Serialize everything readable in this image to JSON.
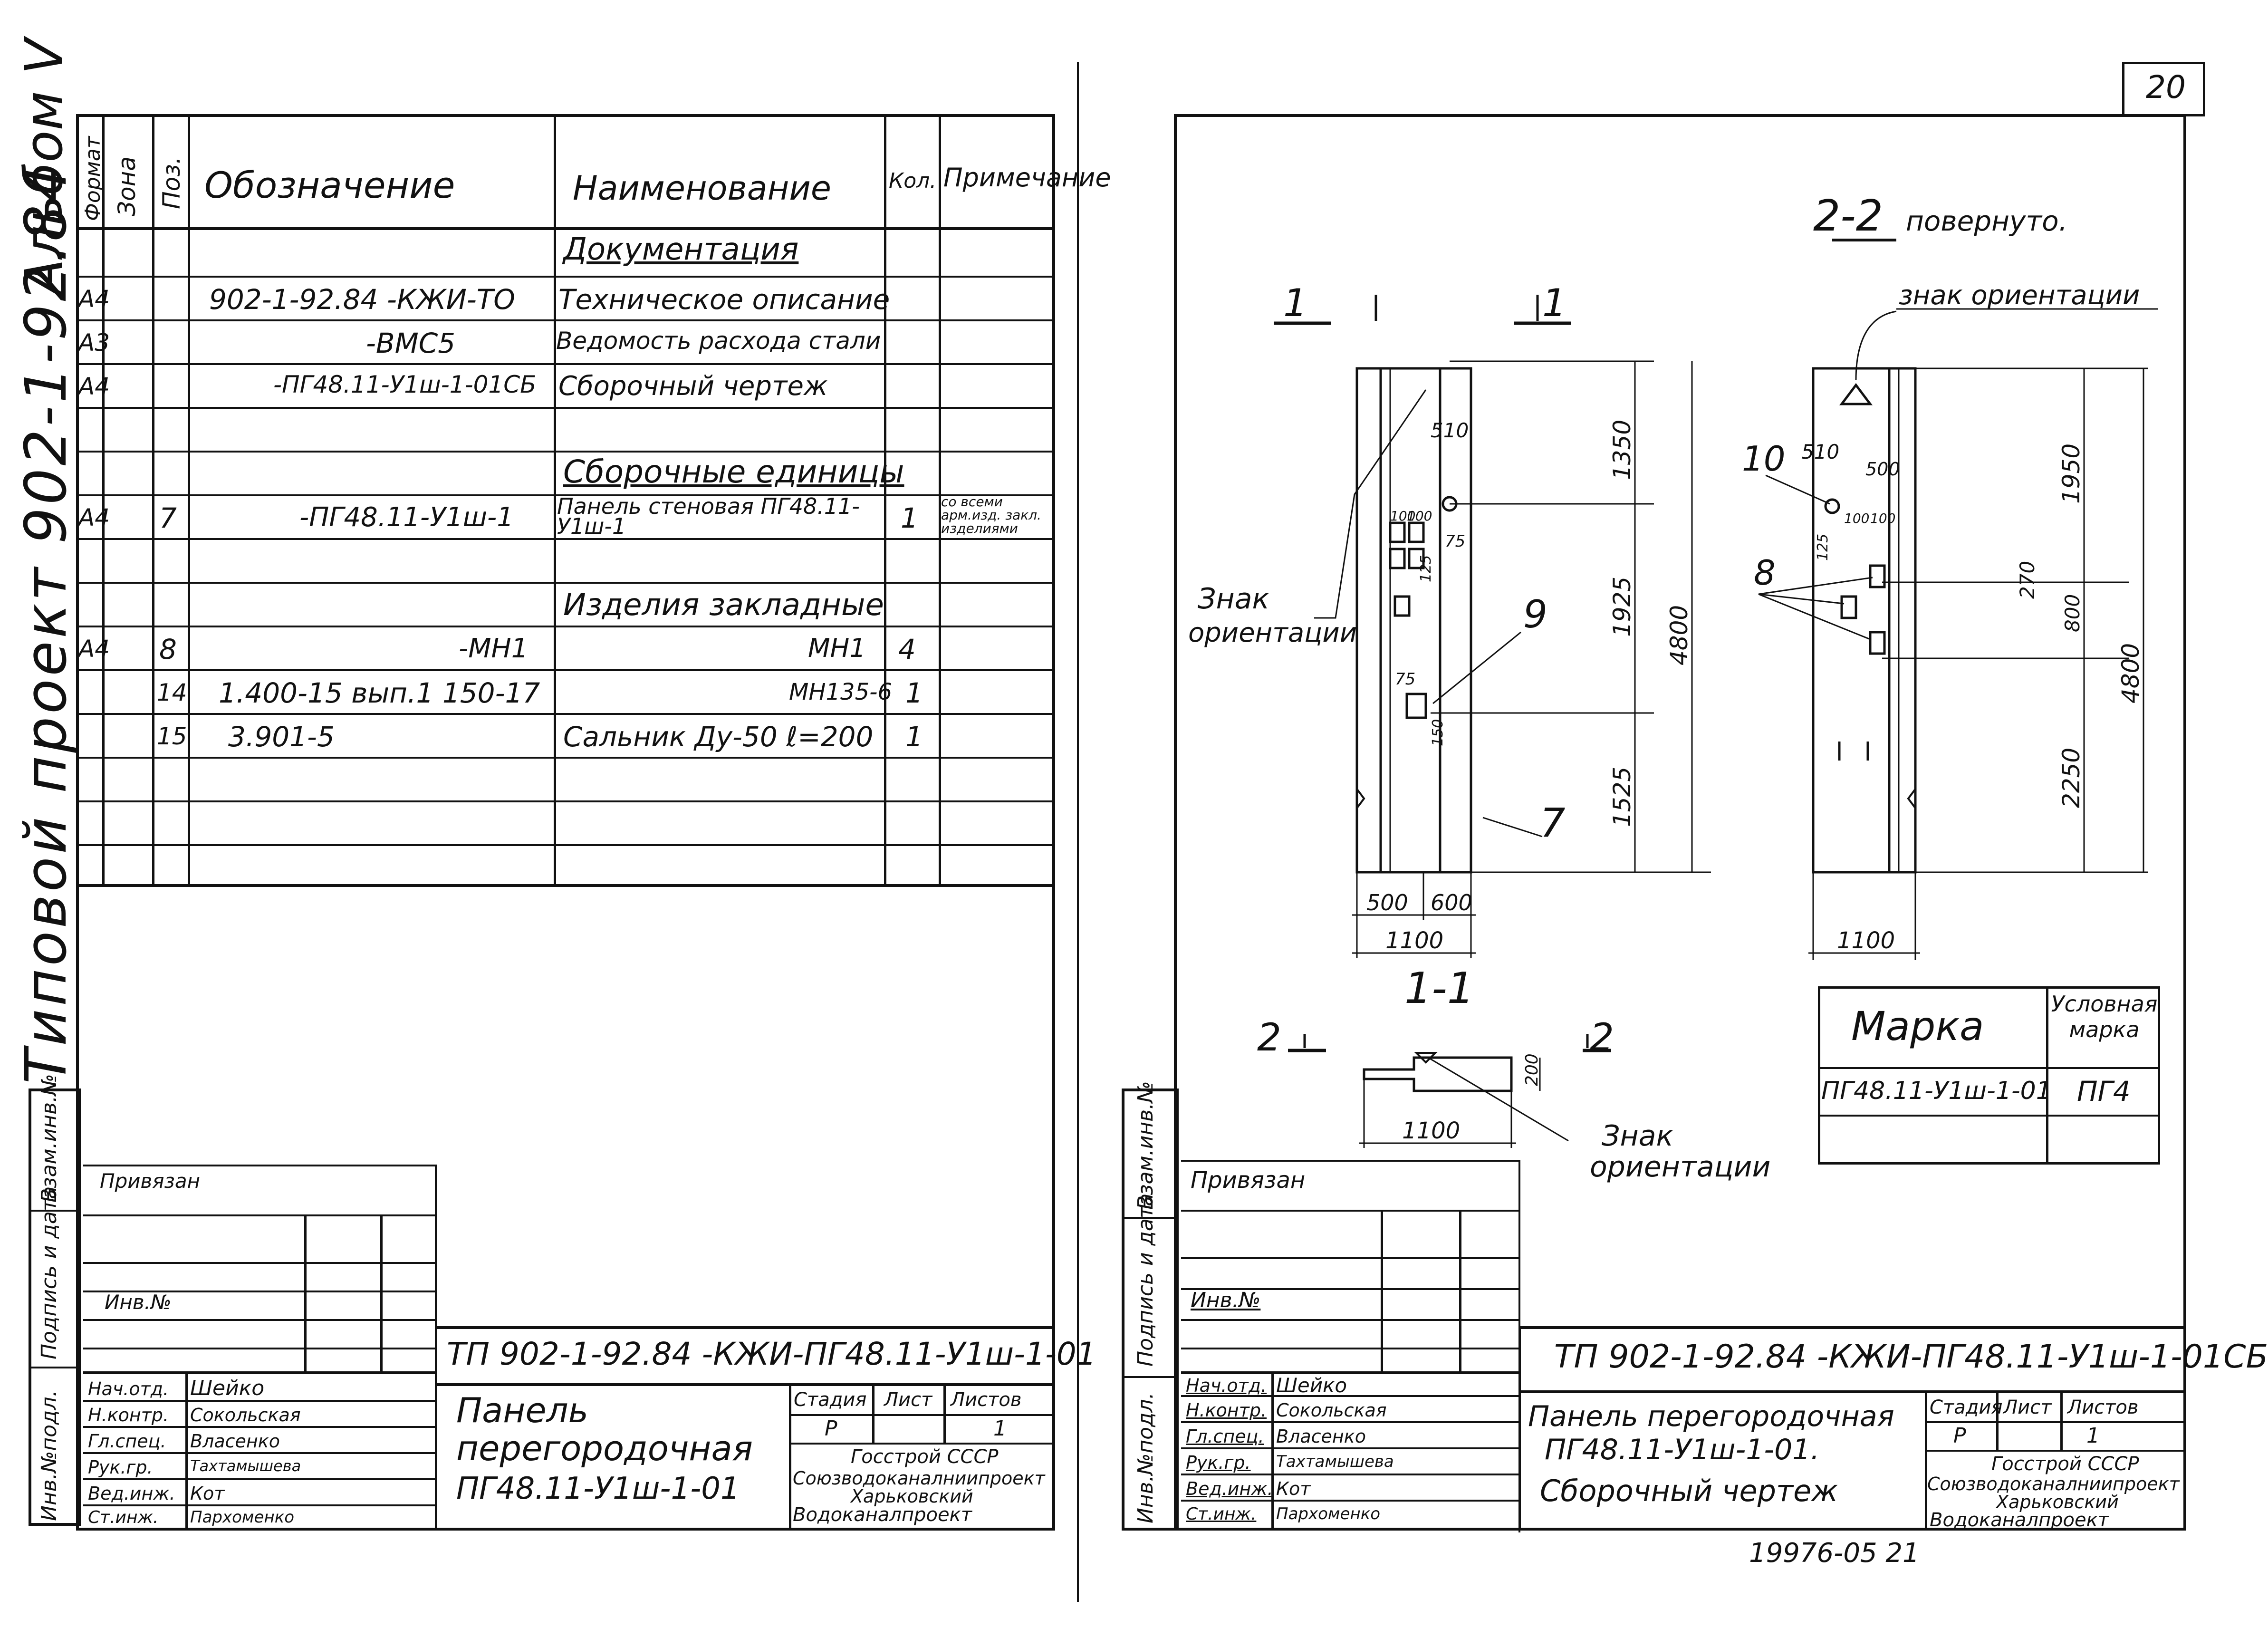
{
  "left_sheet": {
    "margin_album": "Альбом V",
    "margin_project": "Типовой проект 902-1-92.84",
    "margin_stamps": [
      "Взам.инв.№",
      "Подпись и дата",
      "Инв.№подл."
    ],
    "spec_headers": [
      "Формат",
      "Зона",
      "Поз.",
      "Обозначение",
      "Наименование",
      "Кол.",
      "Примечание"
    ],
    "spec_rows": [
      {
        "format": "",
        "zone": "",
        "pos": "",
        "designation": "",
        "name": "Документация",
        "qty": "",
        "note": "",
        "section": true
      },
      {
        "format": "А4",
        "zone": "",
        "pos": "",
        "designation": "902-1-92.84 -КЖИ-ТО",
        "name": "Техническое описание",
        "qty": "",
        "note": ""
      },
      {
        "format": "А3",
        "zone": "",
        "pos": "",
        "designation": "-ВМС5",
        "name": "Ведомость расхода стали",
        "qty": "",
        "note": ""
      },
      {
        "format": "А4",
        "zone": "",
        "pos": "",
        "designation": "-ПГ48.11-У1ш-1-01СБ",
        "name": "Сборочный чертеж",
        "qty": "",
        "note": ""
      },
      {
        "format": "",
        "zone": "",
        "pos": "",
        "designation": "",
        "name": "",
        "qty": "",
        "note": ""
      },
      {
        "format": "",
        "zone": "",
        "pos": "",
        "designation": "",
        "name": "Сборочные единицы",
        "qty": "",
        "note": "",
        "section": true
      },
      {
        "format": "А4",
        "zone": "",
        "pos": "7",
        "designation": "-ПГ48.11-У1ш-1",
        "name": "Панель стеновая ПГ48.11-У1ш-1",
        "qty": "1",
        "note": "со всеми арм.изд. закл. изделиями"
      },
      {
        "format": "",
        "zone": "",
        "pos": "",
        "designation": "",
        "name": "",
        "qty": "",
        "note": ""
      },
      {
        "format": "",
        "zone": "",
        "pos": "",
        "designation": "",
        "name": "Изделия закладные",
        "qty": "",
        "note": "",
        "section": true
      },
      {
        "format": "А4",
        "zone": "",
        "pos": "8",
        "designation": "-МН1",
        "name": "МН1",
        "qty": "4",
        "note": ""
      },
      {
        "format": "",
        "zone": "",
        "pos": "14",
        "designation": "1.400-15 вып.1 150-17",
        "name": "МН135-6",
        "qty": "1",
        "note": ""
      },
      {
        "format": "",
        "zone": "",
        "pos": "15",
        "designation": "3.901-5",
        "name": "Сальник Ду-50 ℓ=200",
        "qty": "1",
        "note": ""
      },
      {
        "format": "",
        "zone": "",
        "pos": "",
        "designation": "",
        "name": "",
        "qty": "",
        "note": ""
      },
      {
        "format": "",
        "zone": "",
        "pos": "",
        "designation": "",
        "name": "",
        "qty": "",
        "note": ""
      }
    ],
    "privyazan": "Привязан",
    "inv_no": "Инв.№",
    "code": "ТП 902-1-92.84 -КЖИ-ПГ48.11-У1ш-1-01",
    "title": "Панель перегородочная ПГ48.11-У1ш-1-01",
    "title_line1": "Панель",
    "title_line2": "перегородочная",
    "title_line3": "ПГ48.11-У1ш-1-01",
    "signatures": [
      {
        "role": "Нач.отд.",
        "name": "Шейко"
      },
      {
        "role": "Н.контр.",
        "name": "Сокольская"
      },
      {
        "role": "Гл.спец.",
        "name": "Власенко"
      },
      {
        "role": "Рук.гр.",
        "name": "Тахтамышева"
      },
      {
        "role": "Вед.инж.",
        "name": "Кот"
      },
      {
        "role": "Ст.инж.",
        "name": "Пархоменко"
      }
    ],
    "stage_header": "Стадия",
    "sheet_header": "Лист",
    "sheets_header": "Листов",
    "stage": "Р",
    "sheets": "1",
    "org_line1": "Госстрой СССР",
    "org_line2": "Союзводоканалниипроект",
    "org_line3": "Харьковский",
    "org_line4": "Водоканалпроект"
  },
  "right_sheet": {
    "page_number": "20",
    "code": "ТП 902-1-92.84 -КЖИ-ПГ48.11-У1ш-1-01СБ",
    "title_line1": "Панель перегородочная",
    "title_line2": "ПГ48.11-У1ш-1-01.",
    "title_line3": "Сборочный чертеж",
    "privyazan": "Привязан",
    "inv_no": "Инв.№",
    "signatures": [
      {
        "role": "Нач.отд.",
        "name": "Шейко"
      },
      {
        "role": "Н.контр.",
        "name": "Сокольская"
      },
      {
        "role": "Гл.спец.",
        "name": "Власенко"
      },
      {
        "role": "Рук.гр.",
        "name": "Тахтамышева"
      },
      {
        "role": "Вед.инж.",
        "name": "Кот"
      },
      {
        "role": "Ст.инж.",
        "name": "Пархоменко"
      }
    ],
    "stage_header": "Стадия",
    "sheet_header": "Лист",
    "sheets_header": "Листов",
    "stage": "Р",
    "sheet": "1",
    "org_line1": "Госстрой СССР",
    "org_line2": "Союзводоканалниипроект",
    "org_line3": "Харьковский",
    "org_line4": "Водоканалпроект",
    "archive_no": "19976-05 21",
    "mark_header": "Марка",
    "cond_mark_header": "Условная марка",
    "mark": "ПГ48.11-У1ш-1-01",
    "cond_mark": "ПГ4",
    "drawing": {
      "section_22": "2-2",
      "section_22_note": "повернуто.",
      "section_11": "1-1",
      "cut_1": "1",
      "cut_2": "2",
      "orientation_label": "знак ориентации",
      "orientation_label_a": "Знак",
      "orientation_label_b": "ориентации",
      "pos_7": "7",
      "pos_8": "8",
      "pos_9": "9",
      "pos_10": "10",
      "dim_1350": "1350",
      "dim_1925": "1925",
      "dim_1525": "1525",
      "dim_4800": "4800",
      "dim_500": "500",
      "dim_600": "600",
      "dim_1100": "1100",
      "dim_510": "510",
      "dim_500b": "500",
      "dim_100": "100",
      "dim_125": "125",
      "dim_75": "75",
      "dim_150": "150",
      "dim_1950": "1950",
      "dim_270": "270",
      "dim_800": "800",
      "dim_2250": "2250",
      "dim_200": "200"
    }
  }
}
